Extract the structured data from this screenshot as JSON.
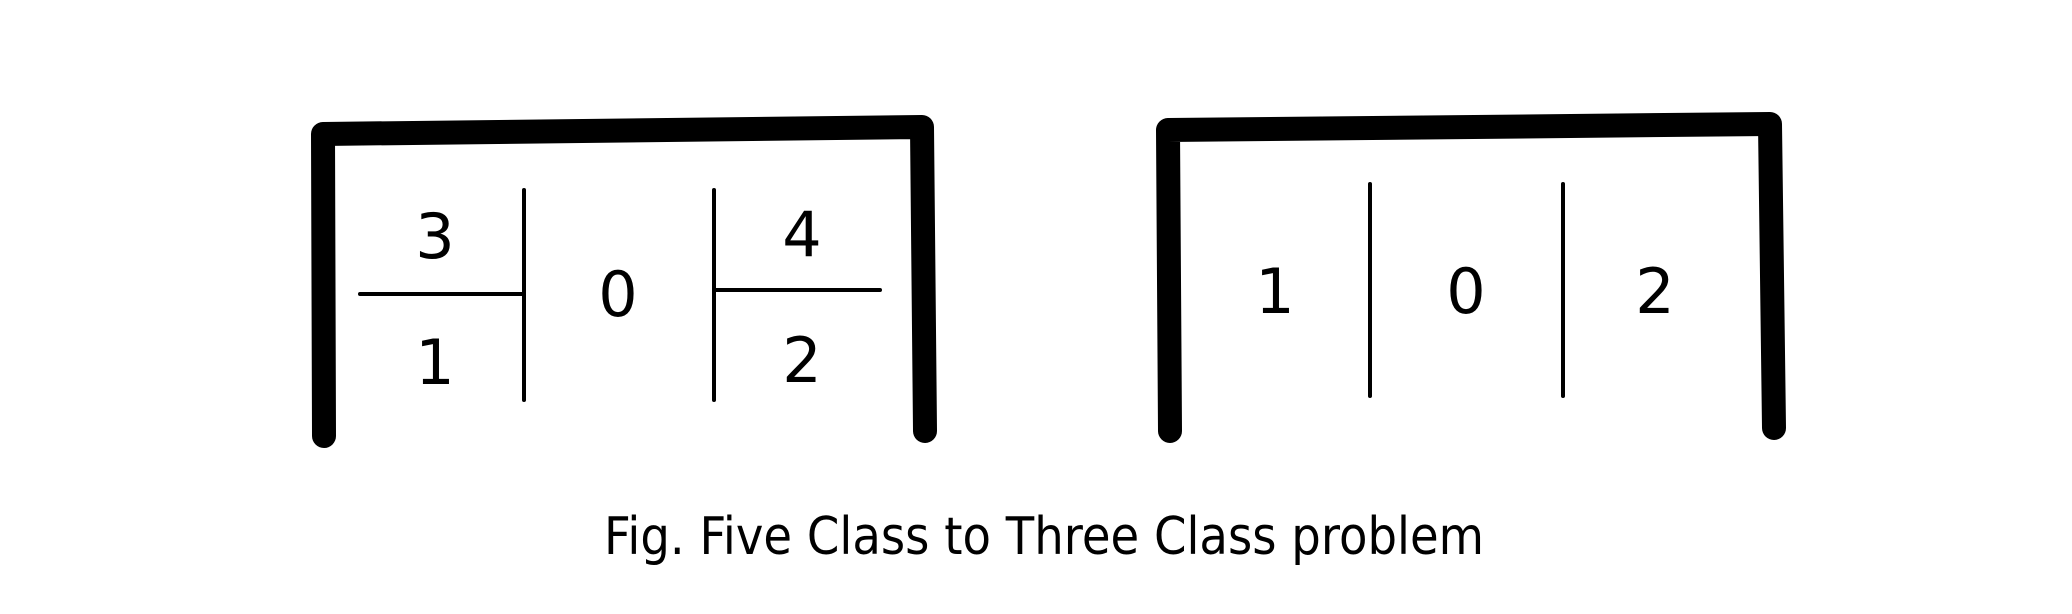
{
  "caption": "Fig. Five Class to Three Class problem",
  "left_panel": {
    "left_cell": {
      "top": "3",
      "bottom": "1"
    },
    "middle_cell": "0",
    "right_cell": {
      "top": "4",
      "bottom": "2"
    }
  },
  "right_panel": {
    "cells": [
      "1",
      "0",
      "2"
    ]
  }
}
